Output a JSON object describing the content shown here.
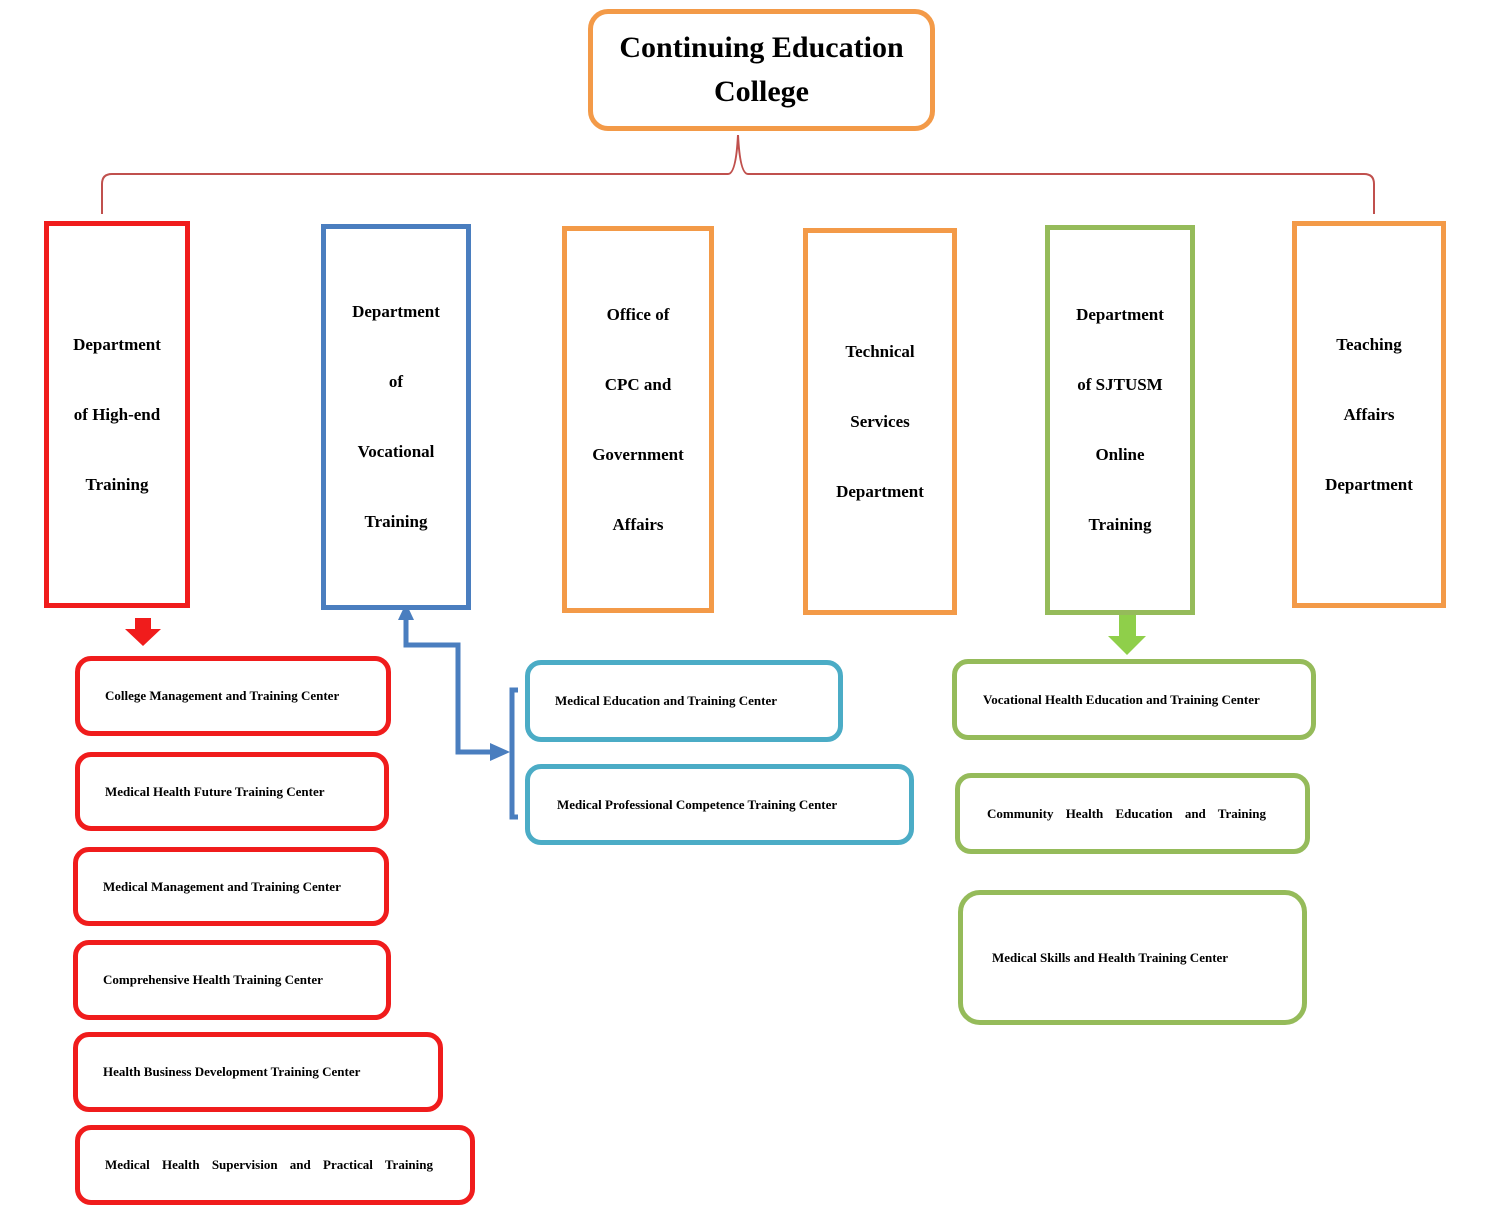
{
  "root": {
    "title_line1": "Continuing Education",
    "title_line2": "College"
  },
  "departments": [
    {
      "lines": [
        "Department",
        "of High-end",
        "Training"
      ],
      "color": "#f01c1c"
    },
    {
      "lines": [
        "Department",
        "of",
        "Vocational",
        "Training"
      ],
      "color": "#4a7ebf"
    },
    {
      "lines": [
        "Office of",
        "CPC and",
        "Government",
        "Affairs"
      ],
      "color": "#f39a48"
    },
    {
      "lines": [
        "Technical",
        "Services",
        "Department"
      ],
      "color": "#f39a48"
    },
    {
      "lines": [
        "Department",
        "of SJTUSM",
        "Online",
        "Training"
      ],
      "color": "#95bb5a"
    },
    {
      "lines": [
        "Teaching",
        "Affairs",
        "Department"
      ],
      "color": "#f39a48"
    }
  ],
  "high_end_centers": [
    "College Management and Training Center",
    "Medical Health Future Training Center",
    "Medical Management and Training Center",
    "Comprehensive Health Training Center",
    "Health Business Development Training Center",
    "Medical Health Supervision and Practical Training"
  ],
  "vocational_centers": [
    "Medical Education and Training Center",
    "Medical Professional Competence Training Center"
  ],
  "online_centers": [
    "Vocational Health Education and Training Center",
    "Community Health Education and Training",
    "Medical Skills and Health Training Center"
  ],
  "colors": {
    "red": "#f01c1c",
    "blue": "#4a7ebf",
    "orange": "#f39a48",
    "green": "#95bb5a",
    "cyan": "#4bacc6",
    "bracket": "#c0504d",
    "arrow_green": "#8fcf4a"
  }
}
